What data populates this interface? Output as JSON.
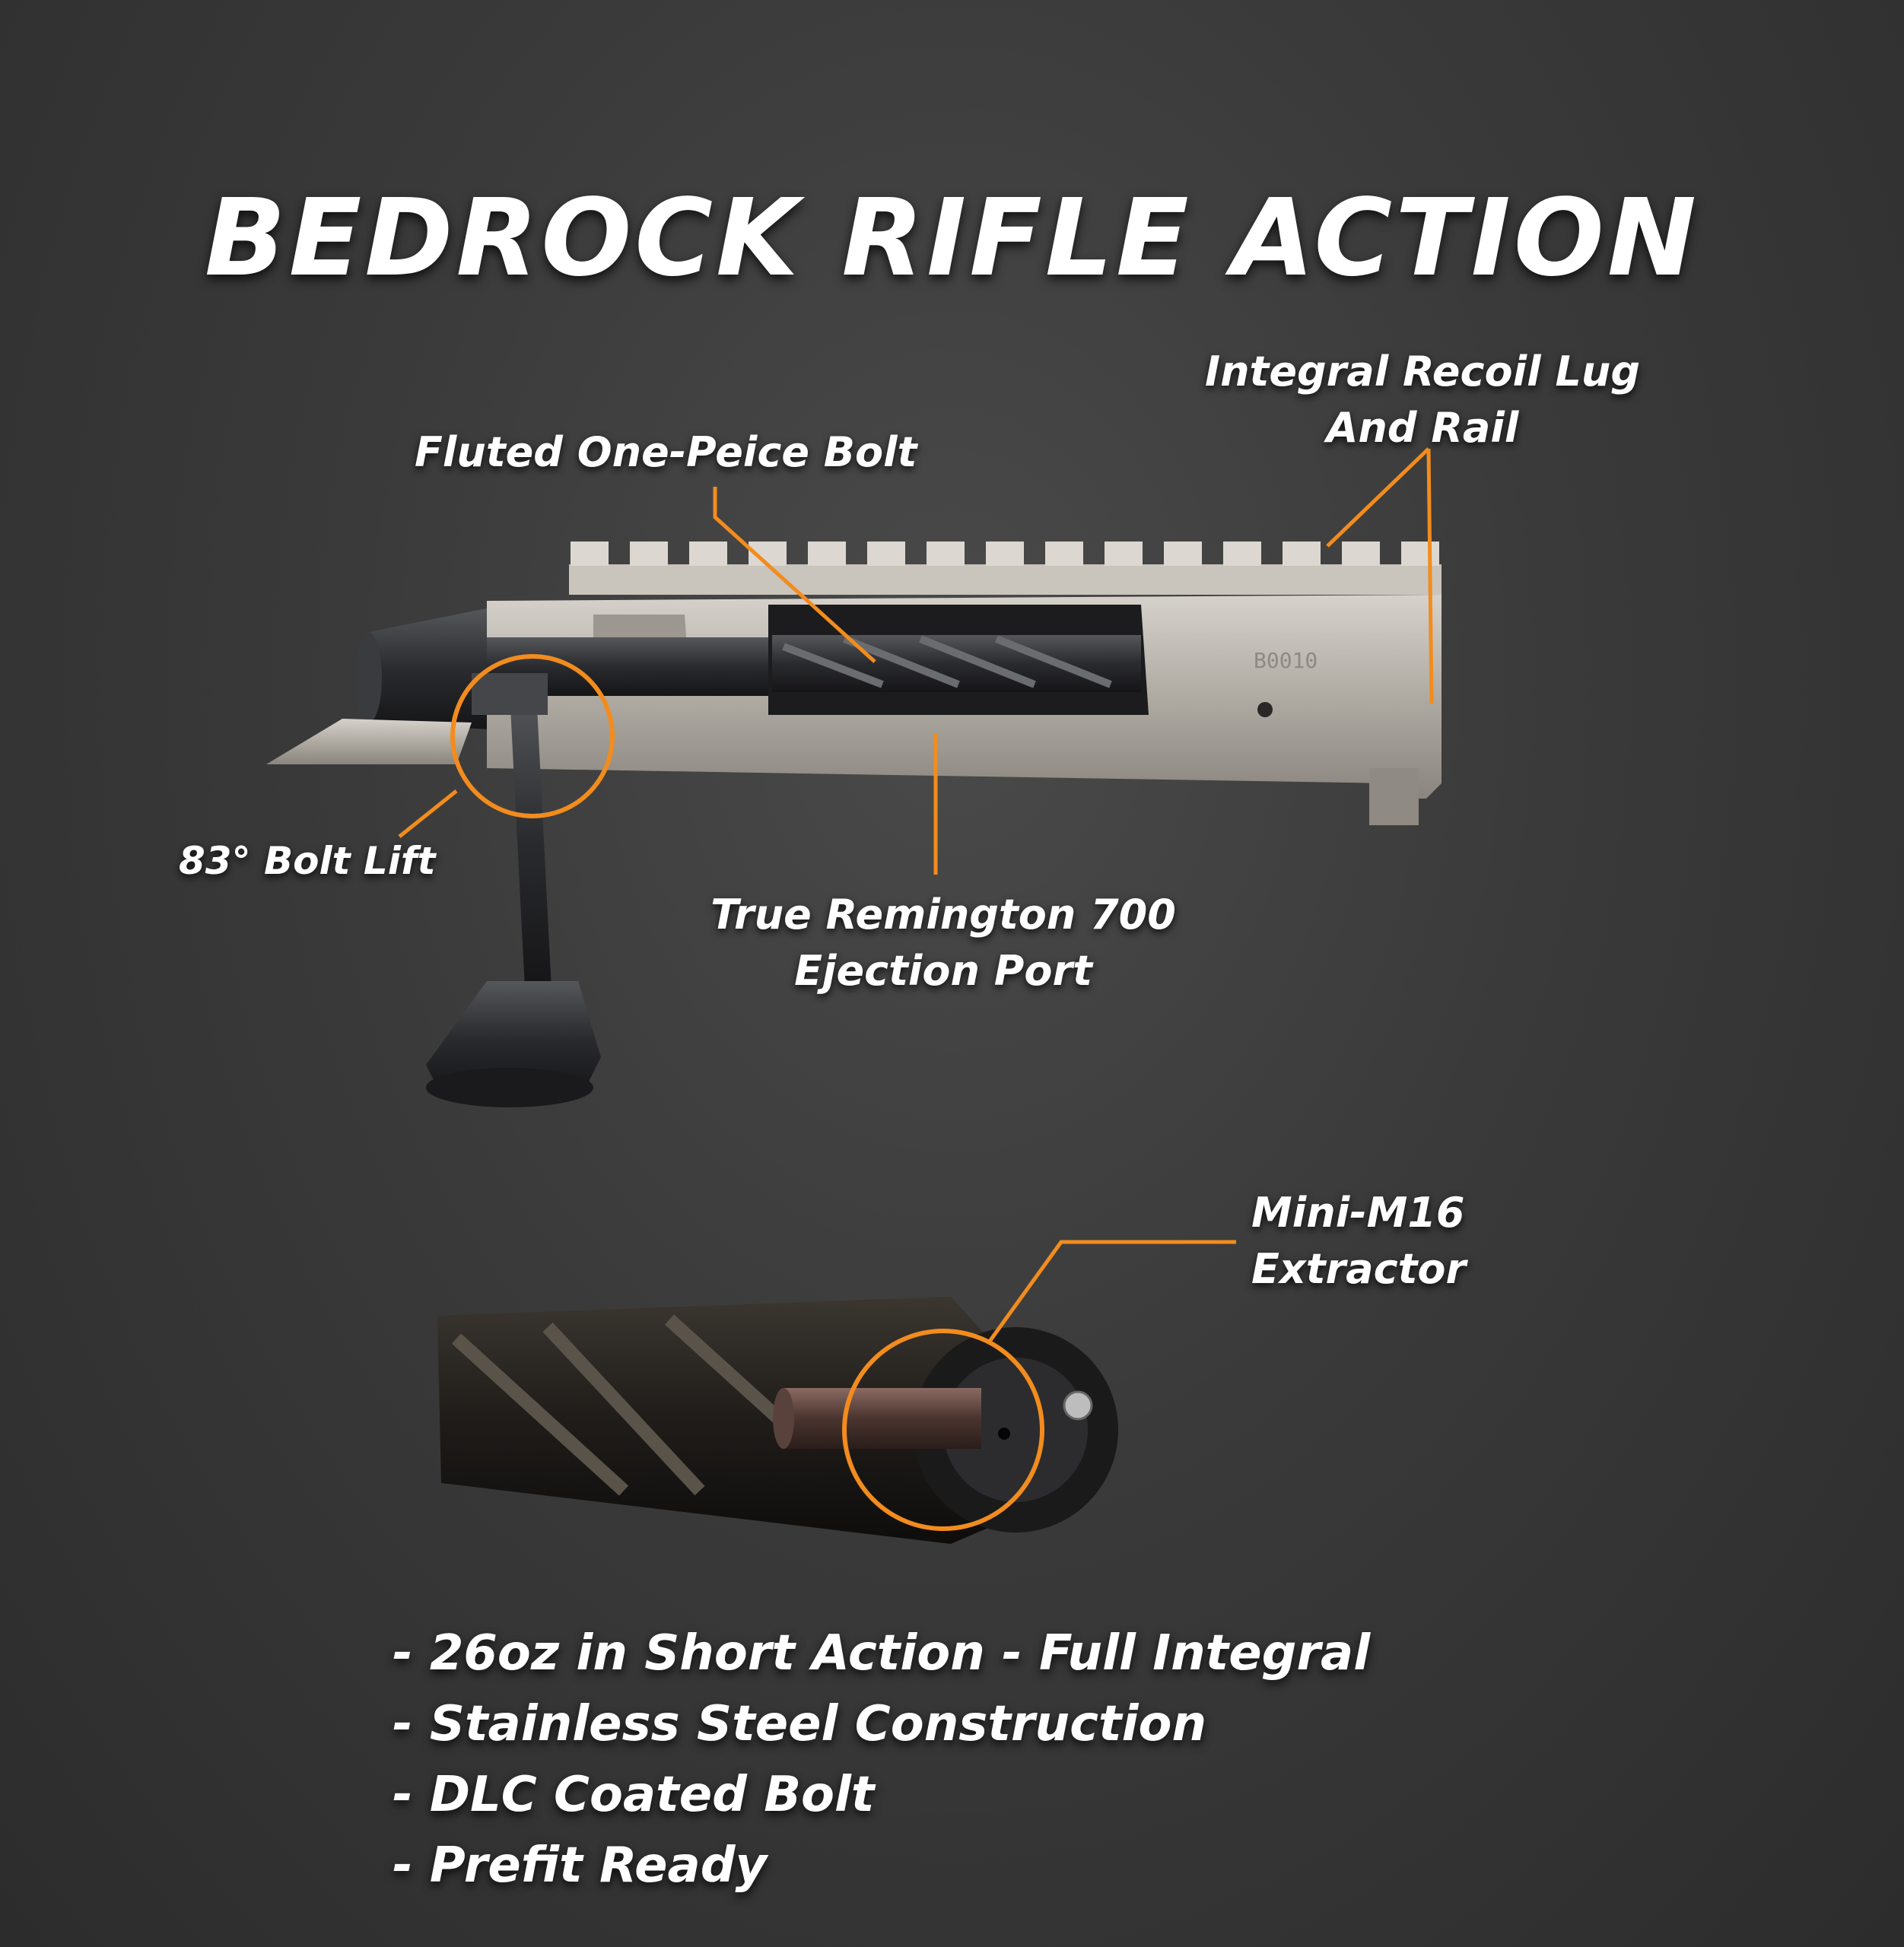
{
  "title": "BEDROCK RIFLE ACTION",
  "callouts": {
    "recoil_lug_line1": "Integral Recoil Lug",
    "recoil_lug_line2": "And Rail",
    "fluted_bolt": "Fluted One-Peice Bolt",
    "bolt_lift": "83°  Bolt Lift",
    "ejection_port_line1": "True Remington 700",
    "ejection_port_line2": "Ejection Port",
    "extractor_line1": "Mini-M16",
    "extractor_line2": "Extractor"
  },
  "features": [
    "- 26oz in Short Action - Full Integral",
    "- Stainless Steel Construction",
    "- DLC Coated Bolt",
    "- Prefit Ready"
  ],
  "colors": {
    "background": "#3a3a3a",
    "accent": "#f28c1e",
    "text": "#ffffff",
    "receiver": "#b5b0a8",
    "bolt": "#2a2a2c"
  }
}
